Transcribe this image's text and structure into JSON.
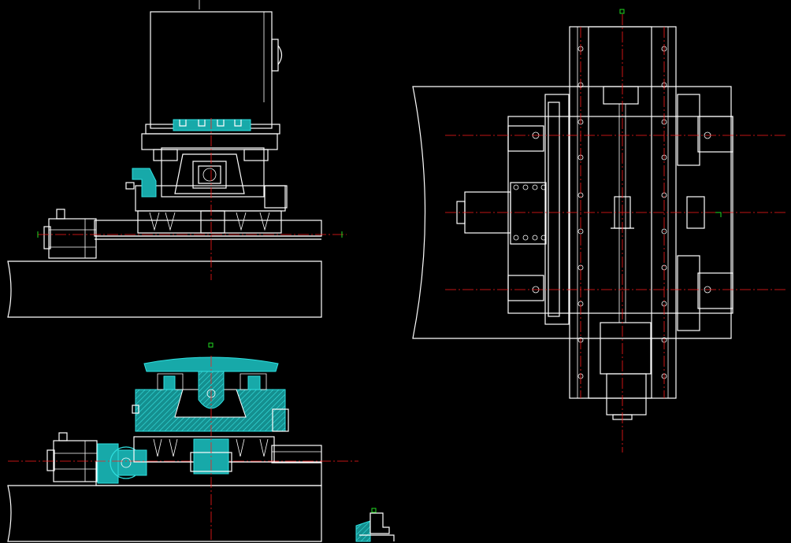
{
  "drawing": {
    "background": "#000000",
    "colors": {
      "outline": "#ffffff",
      "centerline": "#ff1a1a",
      "section_hatch": "#17a9a9",
      "section_edge": "#2fe0e0",
      "marker": "#22dd22"
    },
    "views": [
      "front-view",
      "side-section-view",
      "top-view",
      "detail-view"
    ]
  }
}
